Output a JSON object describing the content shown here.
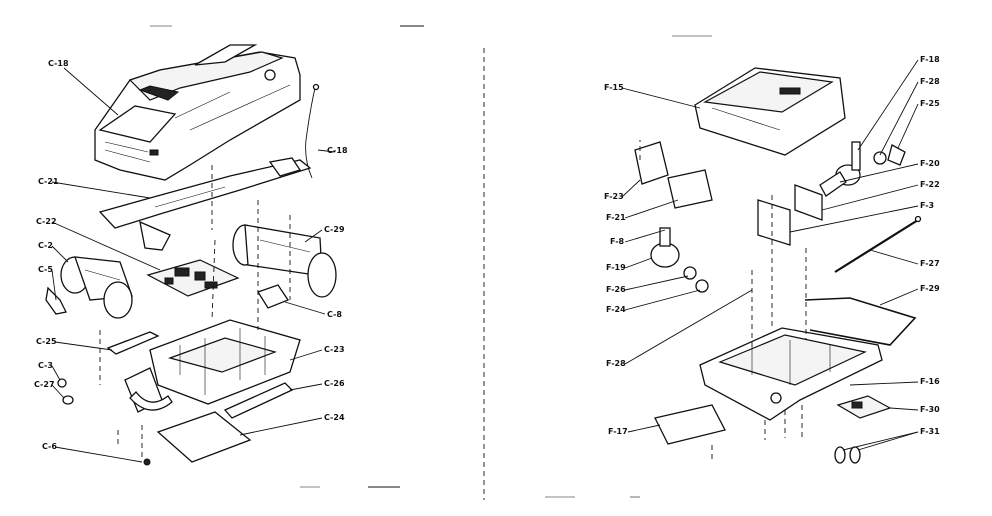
{
  "left_panel": {
    "labels": {
      "c18a": "C-18",
      "c18b": "C-18",
      "c21": "C-21",
      "c22": "C-22",
      "c2": "C-2",
      "c5": "C-5",
      "c29": "C-29",
      "c8a": "C-8",
      "c25": "C-25",
      "c23": "C-23",
      "c3": "C-3",
      "c27": "C-27",
      "c26": "C-26",
      "c24": "C-24",
      "c6": "C-6"
    }
  },
  "right_panel": {
    "labels": {
      "f15": "F-15",
      "f18": "F-18",
      "f28a": "F-28",
      "f25": "F-25",
      "f23": "F-23",
      "f21": "F-21",
      "f8": "F-8",
      "f20": "F-20",
      "f22": "F-22",
      "f3": "F-3",
      "f19": "F-19",
      "f26": "F-26",
      "f24": "F-24",
      "f27": "F-27",
      "f29": "F-29",
      "f28b": "F-28",
      "f16": "F-16",
      "f17": "F-17",
      "f30": "F-30",
      "f31": "F-31"
    }
  }
}
